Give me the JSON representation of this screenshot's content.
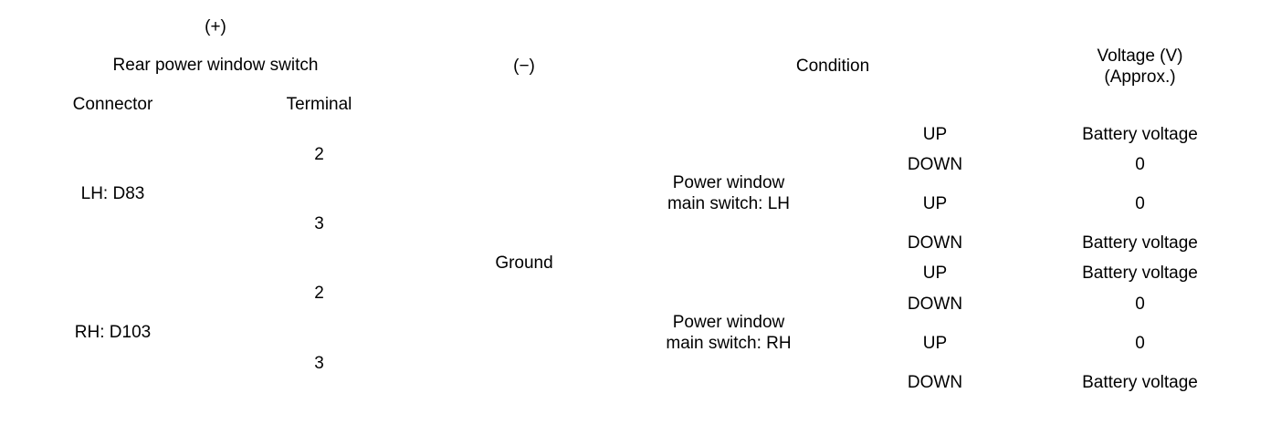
{
  "table": {
    "header": {
      "plus": "(+)",
      "group": "Rear power window switch",
      "connector": "Connector",
      "terminal": "Terminal",
      "minus": "(−)",
      "condition": "Condition",
      "voltage_line1": "Voltage (V)",
      "voltage_line2": "(Approx.)"
    },
    "groups": [
      {
        "connector": "LH: D83",
        "ground": "Ground",
        "condition_line1": "Power window",
        "condition_line2": "main switch: LH",
        "terminals": [
          {
            "terminal": "2",
            "rows": [
              {
                "operation": "UP",
                "voltage": "Battery voltage"
              },
              {
                "operation": "DOWN",
                "voltage": "0"
              }
            ]
          },
          {
            "terminal": "3",
            "rows": [
              {
                "operation": "UP",
                "voltage": "0"
              },
              {
                "operation": "DOWN",
                "voltage": "Battery voltage"
              }
            ]
          }
        ]
      },
      {
        "connector": "RH: D103",
        "condition_line1": "Power window",
        "condition_line2": "main switch: RH",
        "terminals": [
          {
            "terminal": "2",
            "rows": [
              {
                "operation": "UP",
                "voltage": "Battery voltage"
              },
              {
                "operation": "DOWN",
                "voltage": "0"
              }
            ]
          },
          {
            "terminal": "3",
            "rows": [
              {
                "operation": "UP",
                "voltage": "0"
              },
              {
                "operation": "DOWN",
                "voltage": "Battery voltage"
              }
            ]
          }
        ]
      }
    ]
  }
}
